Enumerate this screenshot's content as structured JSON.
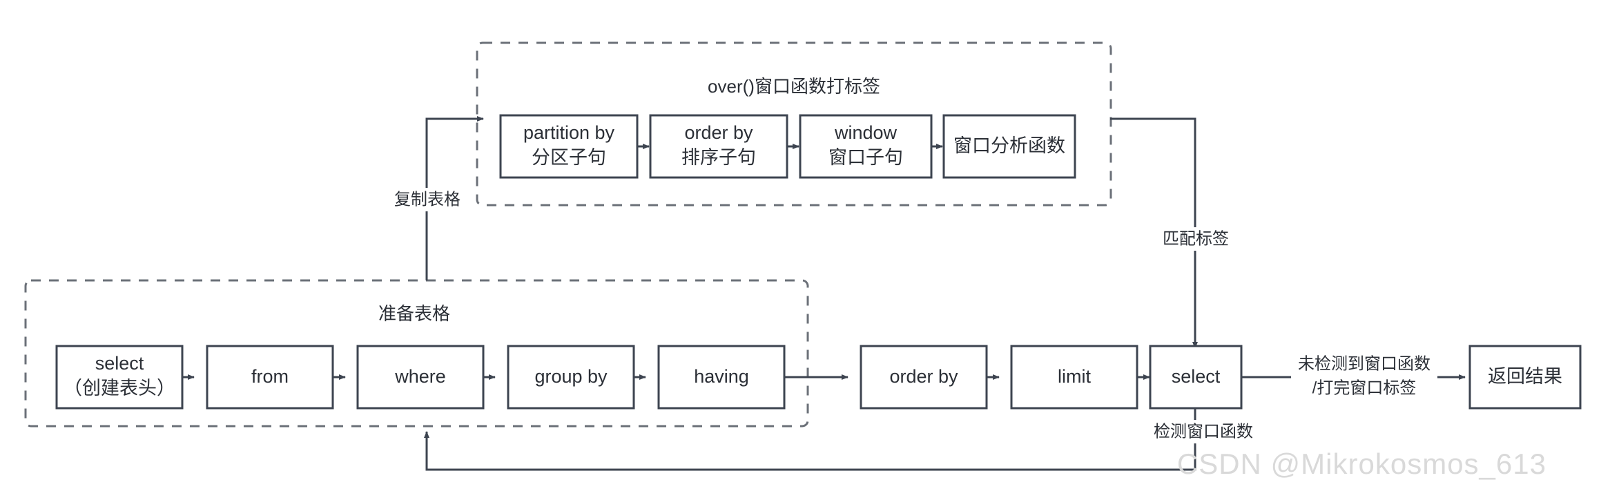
{
  "diagram": {
    "title_hidden": "",
    "groups": [
      {
        "id": "window-group",
        "label": "over()窗口函数打标签"
      },
      {
        "id": "prepare-group",
        "label": "准备表格"
      }
    ],
    "window_nodes": [
      {
        "id": "partition-by",
        "line1": "partition by",
        "line2": "分区子句"
      },
      {
        "id": "order-by-clause",
        "line1": "order by",
        "line2": "排序子句"
      },
      {
        "id": "window-clause",
        "line1": "window",
        "line2": "窗口子句"
      },
      {
        "id": "window-analytic-function",
        "line1": "窗口分析函数",
        "line2": ""
      }
    ],
    "main_nodes": [
      {
        "id": "select-create-header",
        "line1": "select",
        "line2": "（创建表头）"
      },
      {
        "id": "from",
        "line1": "from",
        "line2": ""
      },
      {
        "id": "where",
        "line1": "where",
        "line2": ""
      },
      {
        "id": "group-by",
        "line1": "group by",
        "line2": ""
      },
      {
        "id": "having",
        "line1": "having",
        "line2": ""
      },
      {
        "id": "order-by",
        "line1": "order by",
        "line2": ""
      },
      {
        "id": "limit",
        "line1": "limit",
        "line2": ""
      },
      {
        "id": "select-final",
        "line1": "select",
        "line2": ""
      },
      {
        "id": "return-result",
        "line1": "返回结果",
        "line2": ""
      }
    ],
    "edge_labels": [
      {
        "id": "copy-table",
        "text": "复制表格"
      },
      {
        "id": "match-tag",
        "text": "匹配标签"
      },
      {
        "id": "no-window-function",
        "line1": "未检测到窗口函数",
        "line2": "/打完窗口标签"
      },
      {
        "id": "detect-window-function",
        "text": "检测窗口函数"
      }
    ],
    "colors": {
      "node_stroke": "#3d4450",
      "group_stroke": "#6b7078",
      "edge_stroke": "#3d4450",
      "text": "#2b2f36",
      "background": "#ffffff",
      "watermark": "#d9d9d9"
    }
  },
  "watermark": {
    "text": "CSDN @Mikrokosmos_613"
  }
}
